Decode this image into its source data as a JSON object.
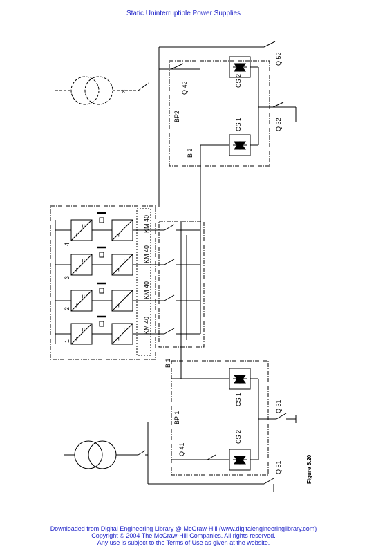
{
  "header": {
    "title": "Static Uninterruptible Power Supplies"
  },
  "labels": {
    "q52": "Q 52",
    "q42": "Q 42",
    "cs2_top": "CS 2",
    "bp2": "BP2",
    "cs1_top": "CS 1",
    "q32": "Q 32",
    "b2": "B 2",
    "km1": "KM 40",
    "km2": "KM 40",
    "km3": "KM 40",
    "km4": "KM 40",
    "n1": "1",
    "n2": "2",
    "n3": "3",
    "n4": "4",
    "b1": "B 1",
    "cs1_bot": "CS 1",
    "bp1": "BP 1",
    "q31": "Q 31",
    "cs2_bot": "CS 2",
    "q41": "Q 41",
    "q51": "Q 51",
    "figure": "Figure 5.20",
    "inv_top": "=",
    "inv_sym": "~"
  },
  "footer": {
    "line1": "Downloaded from Digital Engineering Library @ McGraw-Hill (www.digitalengineeringlibrary.com)",
    "line2": "Copyright © 2004 The McGraw-Hill Companies. All rights reserved.",
    "line3": "Any use is subject to the Terms of Use as given at the website."
  },
  "colors": {
    "link_text": "#1f23c8",
    "line": "#000000"
  }
}
